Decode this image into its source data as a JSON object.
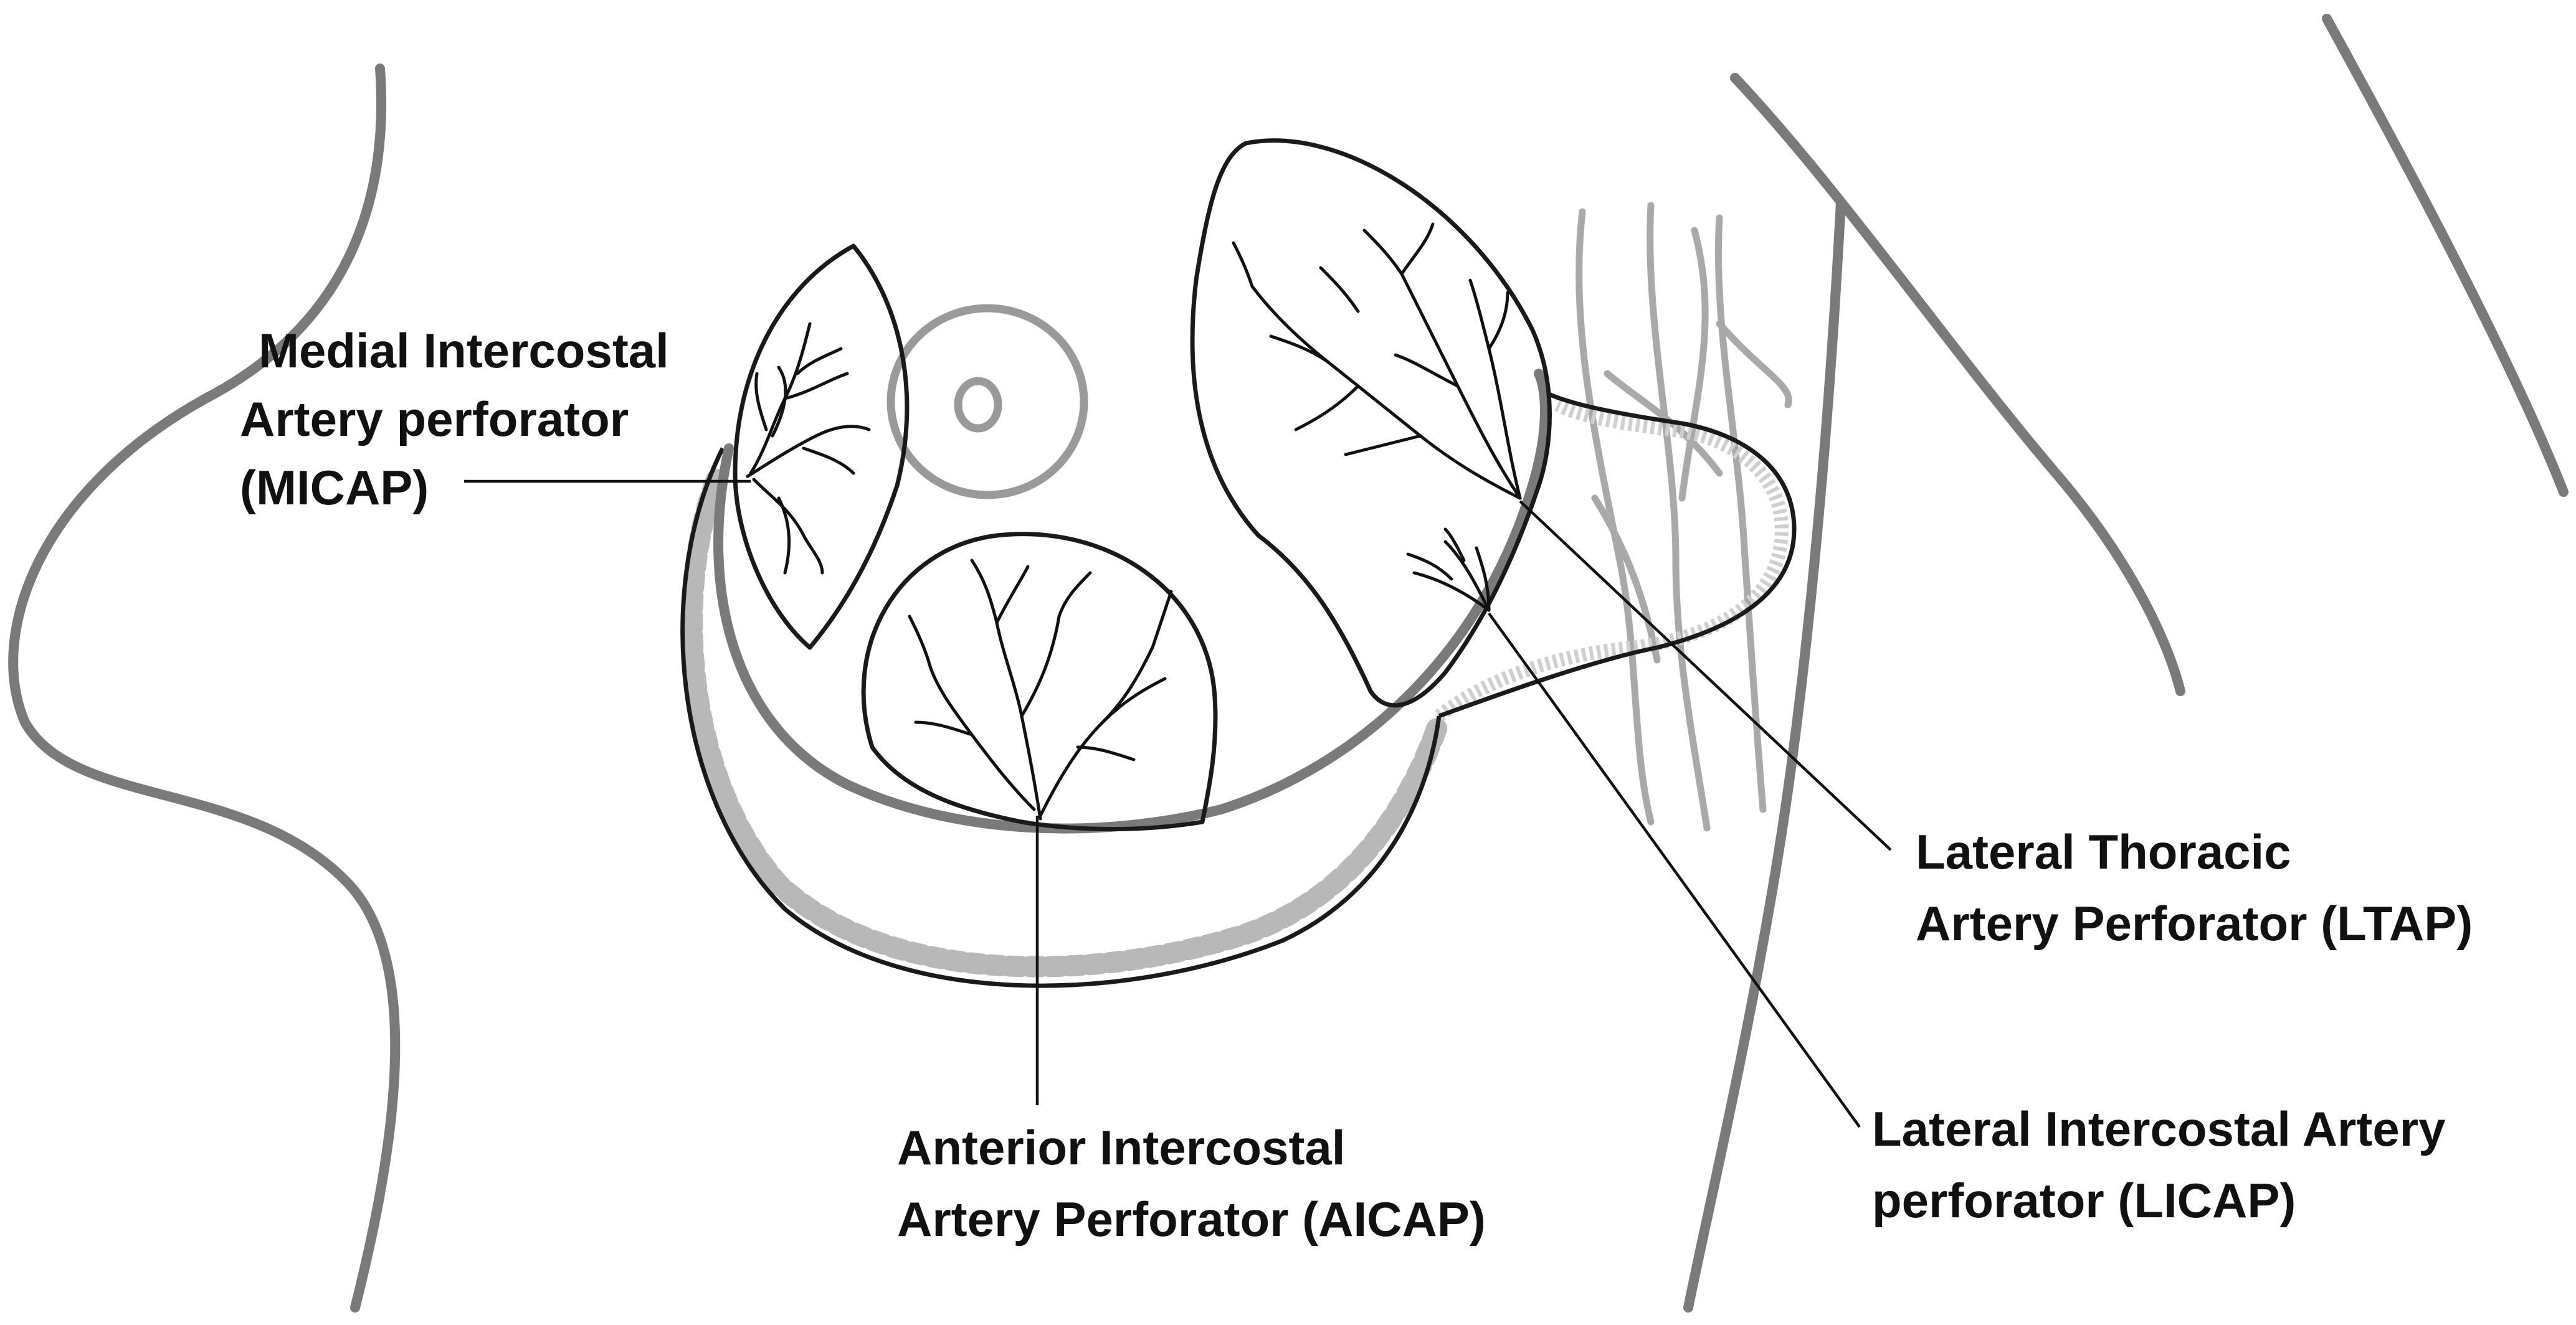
{
  "labels": {
    "micap": {
      "line1": "Medial Intercostal",
      "line2": "Artery perforator",
      "line3": "(MICAP)"
    },
    "aicap": {
      "line1": "Anterior Intercostal",
      "line2": "Artery Perforator (AICAP)"
    },
    "ltap": {
      "line1": "Lateral Thoracic",
      "line2": "Artery Perforator (LTAP)"
    },
    "licap": {
      "line1": "Lateral Intercostal Artery",
      "line2": "perforator (LICAP)"
    }
  },
  "colors": {
    "outline_gray": "#7a7a7a",
    "vessel_black": "#111111",
    "band_gray": "#b8b8b8"
  }
}
